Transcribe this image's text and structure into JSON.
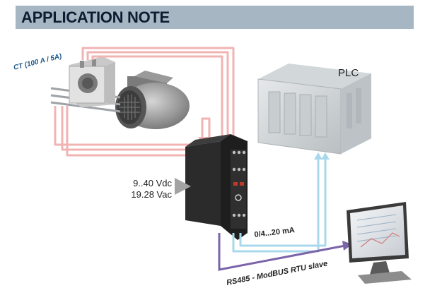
{
  "header": {
    "title": "APPLICATION NOTE"
  },
  "labels": {
    "ct": "CT (100 A / 5A)",
    "plc": "PLC",
    "supply_dc": "9..40 Vdc",
    "supply_ac": "19.28 Vac",
    "analog_output": "0/4...20 mA",
    "serial": "RS485 - ModBUS RTU slave"
  },
  "colors": {
    "header_bg": "#a7b6c3",
    "ct_wires": "#f2b3b3",
    "analog_wires": "#a9d8ec",
    "serial_line": "#7b64a8",
    "ct_label": "#1e5a8c"
  }
}
